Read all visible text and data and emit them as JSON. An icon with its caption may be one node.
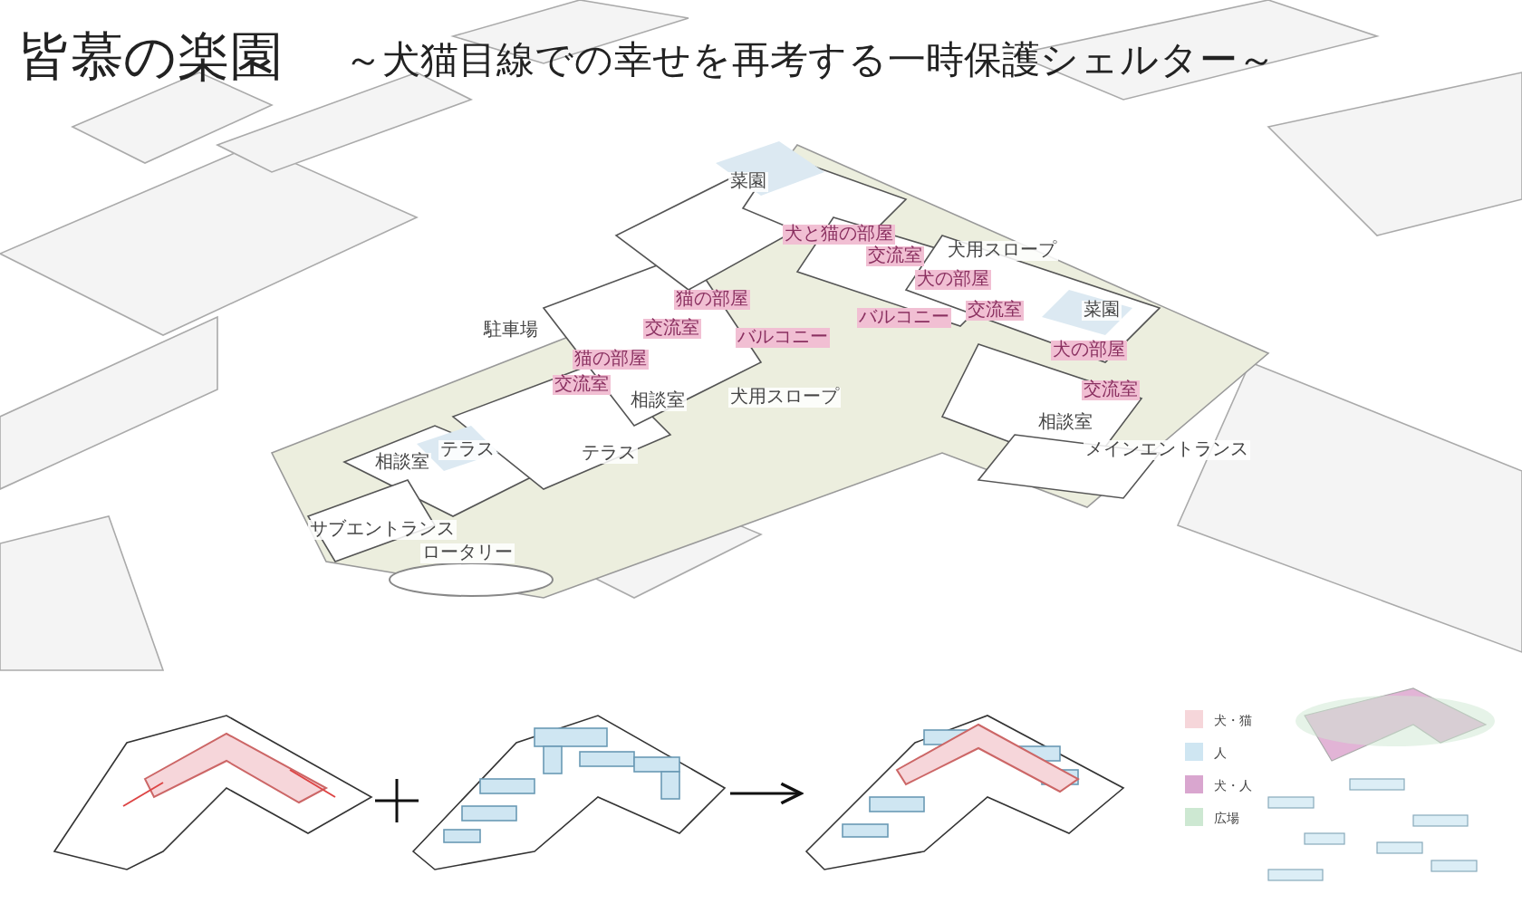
{
  "diagram": {
    "title": "皆慕の楽園",
    "nodes": [
      {
        "text": [],
        "shape": "picture"
      },
      {
        "text": [],
        "shape": "picture"
      },
      {
        "text": [],
        "shape": "picture"
      }
    ],
    "edges": [
      {
        "from": 1,
        "to": 2,
        "arrow": "to"
      }
    ],
    "labels": [
      "～犬猫目線での幸せを再考する一時保護シェルター～",
      "菜園",
      "犬と猫の部屋",
      "交流室",
      "犬用スロープ",
      "犬の部屋",
      "猫の部屋",
      "交流室",
      "菜園",
      "バルコニー",
      "バルコニー",
      "駐車場",
      "交流室",
      "猫の部屋",
      "犬の部屋",
      "交流室",
      "相談室",
      "犬用スロープ",
      "交流室",
      "相談室",
      "テラス",
      "テラス",
      "相談室",
      "メインエントランス",
      "サブエントランス",
      "ロータリー"
    ],
    "legend": [
      {
        "text": "犬・猫",
        "color": "#f6d6da"
      },
      {
        "text": "人",
        "color": "#cfe6f2"
      },
      {
        "text": "犬・人",
        "color": "#d9a6cf"
      },
      {
        "text": "広場",
        "color": "#cde8d2"
      }
    ]
  }
}
